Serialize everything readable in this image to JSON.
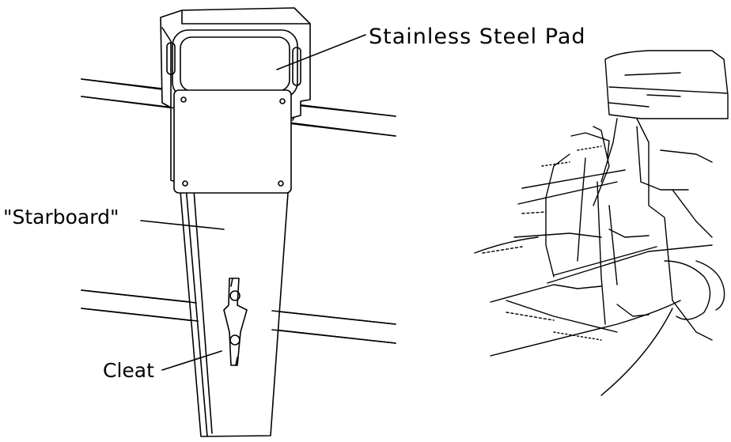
{
  "labels": {
    "pad": "Stainless Steel Pad",
    "starboard": "\"Starboard\"",
    "cleat": "Cleat"
  },
  "colors": {
    "ink": "#000000",
    "paper": "#ffffff"
  }
}
